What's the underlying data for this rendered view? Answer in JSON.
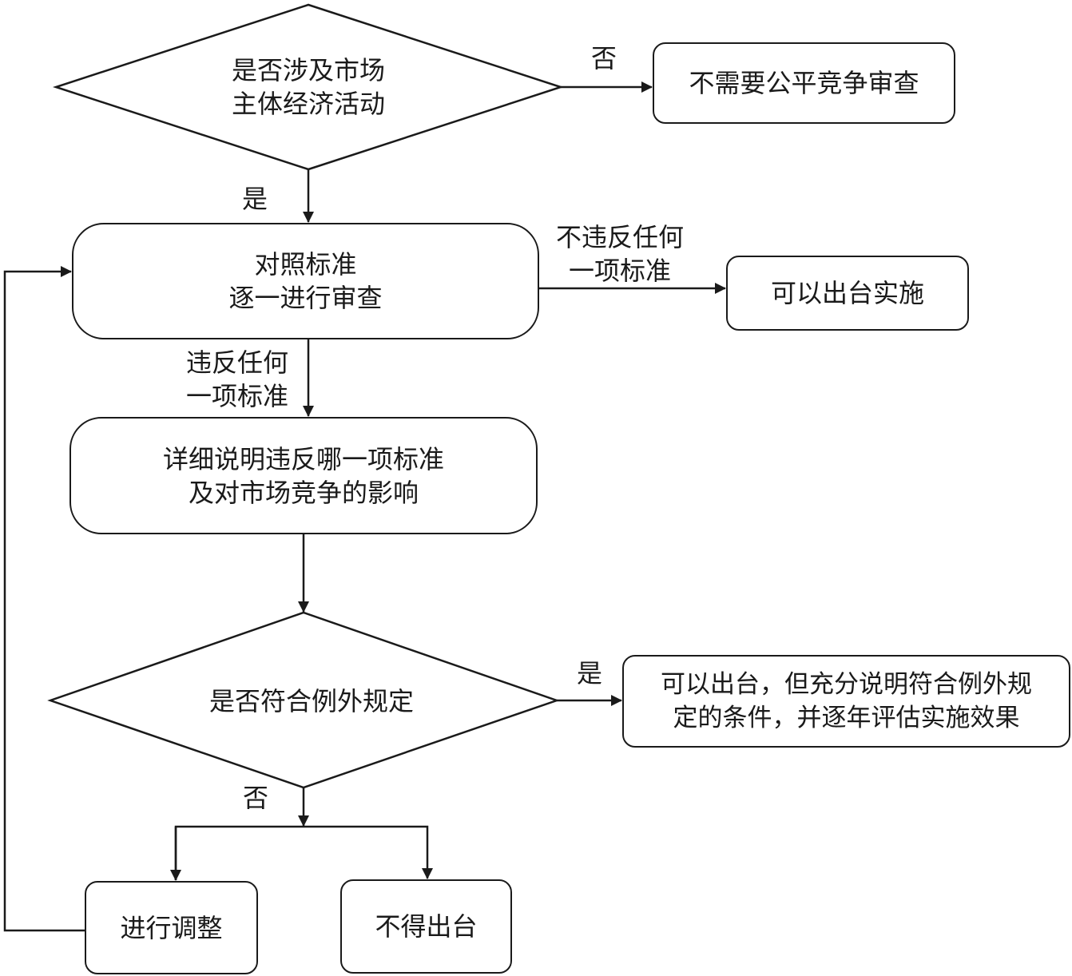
{
  "decision1": {
    "line1": "是否涉及市场",
    "line2": "主体经济活动"
  },
  "no_review": {
    "text": "不需要公平竞争审查"
  },
  "label_no1": "否",
  "label_yes1": "是",
  "review": {
    "line1": "对照标准",
    "line2": "逐一进行审查"
  },
  "label_no_violation": {
    "line1": "不违反任何",
    "line2": "一项标准"
  },
  "can_implement": {
    "text": "可以出台实施"
  },
  "label_violation": {
    "line1": "违反任何",
    "line2": "一项标准"
  },
  "explain": {
    "line1": "详细说明违反哪一项标准",
    "line2": "及对市场竞争的影响"
  },
  "decision2": {
    "text": "是否符合例外规定"
  },
  "label_yes2": "是",
  "exception_ok": {
    "line1": "可以出台，但充分说明符合例外规",
    "line2": "定的条件，并逐年评估实施效果"
  },
  "label_no2": "否",
  "adjust": {
    "text": "进行调整"
  },
  "not_allowed": {
    "text": "不得出台"
  }
}
